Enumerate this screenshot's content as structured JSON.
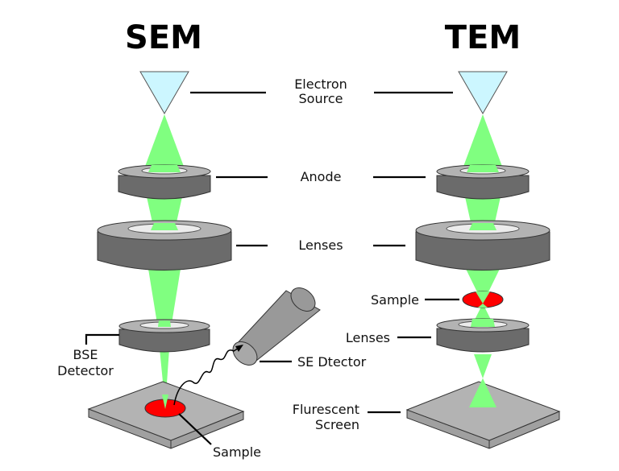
{
  "diagram": {
    "titles": {
      "left": "SEM",
      "right": "TEM"
    },
    "shared_labels": {
      "electron_source_line1": "Electron",
      "electron_source_line2": "Source",
      "anode": "Anode",
      "lenses": "Lenses"
    },
    "sem_labels": {
      "bse_detector_line1": "BSE",
      "bse_detector_line2": "Detector",
      "se_detector": "SE Dtector",
      "sample": "Sample"
    },
    "tem_labels": {
      "sample": "Sample",
      "lenses": "Lenses",
      "fluorescent_screen_line1": "Flurescent",
      "fluorescent_screen_line2": "Screen"
    },
    "colors": {
      "beam": "#80ff80",
      "electron_source": "#ccf6ff",
      "lens_top": "#b3b3b3",
      "lens_side": "#6b6b6b",
      "sample": "#ff0000",
      "plate": "#b3b3b3"
    }
  }
}
